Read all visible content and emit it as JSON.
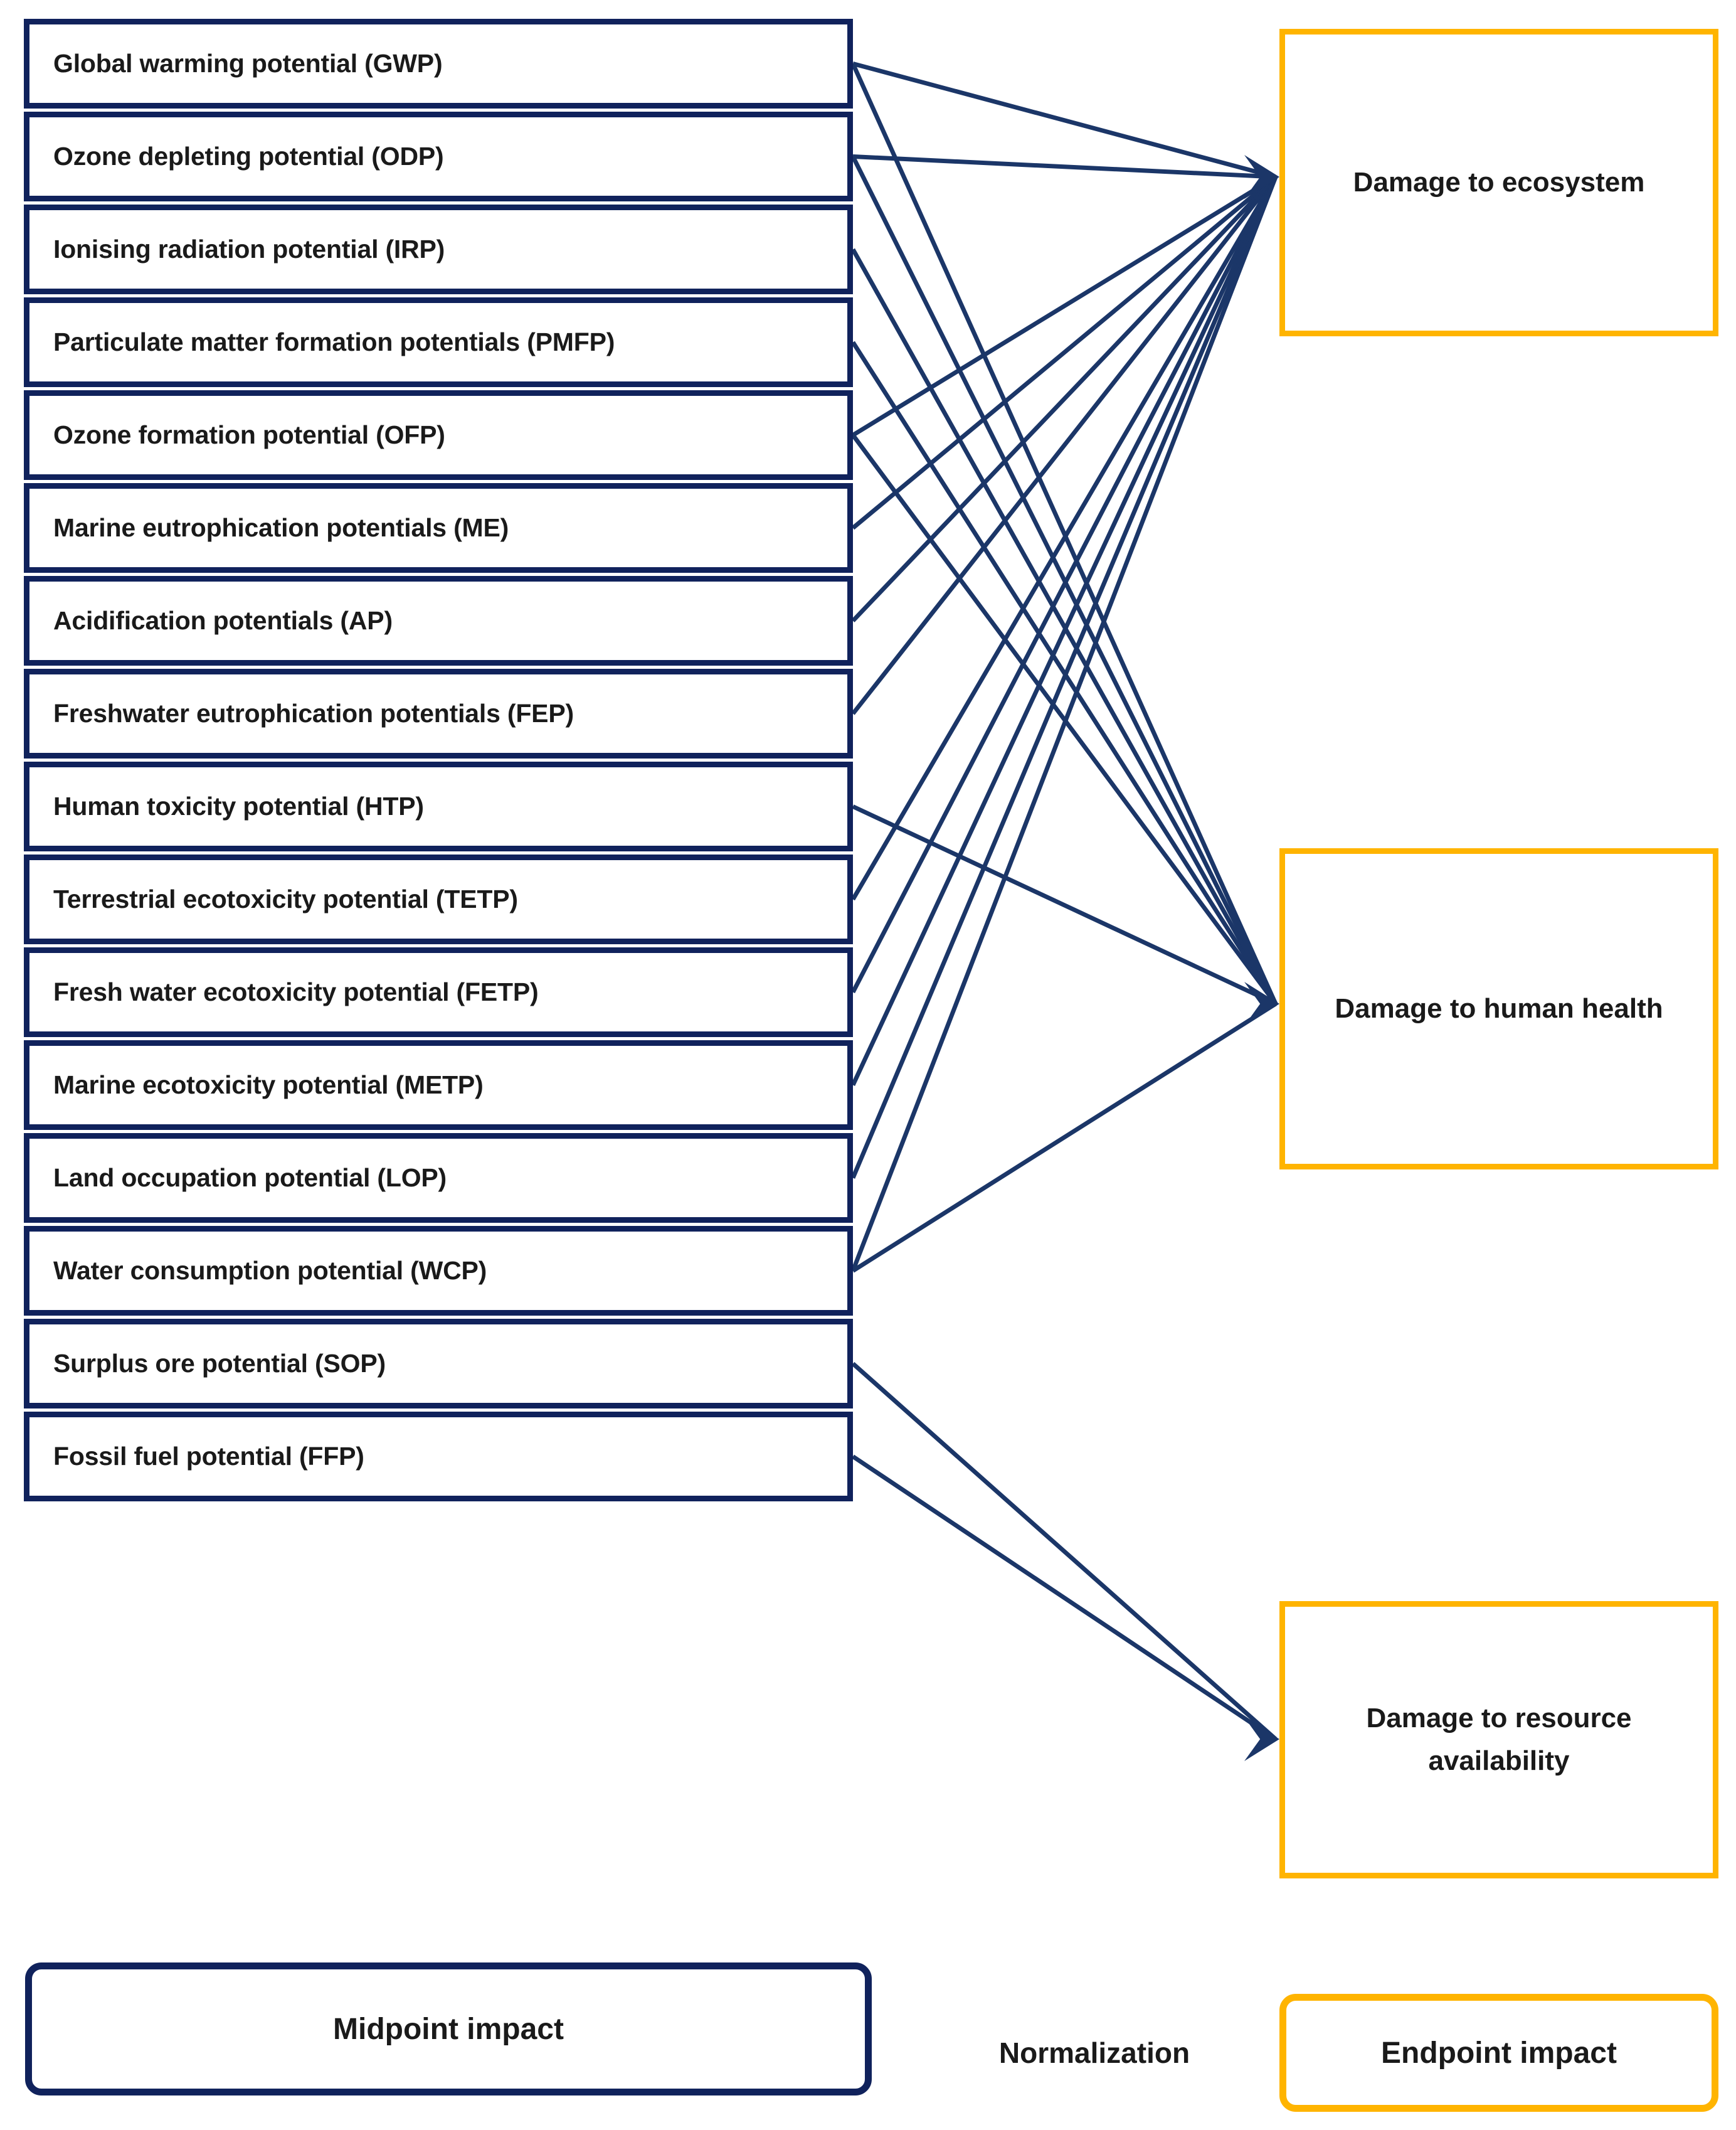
{
  "diagram": {
    "title": "LCIA midpoint to endpoint impact pathway",
    "colors": {
      "midpoint_border": "#10225c",
      "endpoint_border": "#ffb400",
      "arrow": "#1b3668",
      "text": "#1a1a1a",
      "background": "#ffffff"
    }
  },
  "midpoint": {
    "legend_label": "Midpoint impact",
    "items": [
      {
        "label": "Global warming potential (GWP)",
        "abbr": "GWP",
        "targets": [
          "ecosystem",
          "human_health"
        ]
      },
      {
        "label": "Ozone depleting potential (ODP)",
        "abbr": "ODP",
        "targets": [
          "ecosystem",
          "human_health"
        ]
      },
      {
        "label": "Ionising radiation potential (IRP)",
        "abbr": "IRP",
        "targets": [
          "human_health"
        ]
      },
      {
        "label": "Particulate matter formation potentials (PMFP)",
        "abbr": "PMFP",
        "targets": [
          "human_health"
        ]
      },
      {
        "label": "Ozone formation potential (OFP)",
        "abbr": "OFP",
        "targets": [
          "ecosystem",
          "human_health"
        ]
      },
      {
        "label": "Marine eutrophication potentials (ME)",
        "abbr": "ME",
        "targets": [
          "ecosystem"
        ]
      },
      {
        "label": "Acidification potentials (AP)",
        "abbr": "AP",
        "targets": [
          "ecosystem"
        ]
      },
      {
        "label": "Freshwater eutrophication potentials (FEP)",
        "abbr": "FEP",
        "targets": [
          "ecosystem"
        ]
      },
      {
        "label": "Human toxicity potential (HTP)",
        "abbr": "HTP",
        "targets": [
          "human_health"
        ]
      },
      {
        "label": "Terrestrial ecotoxicity potential (TETP)",
        "abbr": "TETP",
        "targets": [
          "ecosystem"
        ]
      },
      {
        "label": "Fresh water ecotoxicity potential (FETP)",
        "abbr": "FETP",
        "targets": [
          "ecosystem"
        ]
      },
      {
        "label": "Marine ecotoxicity potential (METP)",
        "abbr": "METP",
        "targets": [
          "ecosystem"
        ]
      },
      {
        "label": "Land occupation potential (LOP)",
        "abbr": "LOP",
        "targets": [
          "ecosystem"
        ]
      },
      {
        "label": "Water consumption potential (WCP)",
        "abbr": "WCP",
        "targets": [
          "ecosystem",
          "human_health"
        ]
      },
      {
        "label": "Surplus ore potential (SOP)",
        "abbr": "SOP",
        "targets": [
          "resource"
        ]
      },
      {
        "label": "Fossil fuel potential (FFP)",
        "abbr": "FFP",
        "targets": [
          "resource"
        ]
      }
    ]
  },
  "endpoint": {
    "legend_label": "Endpoint impact",
    "items": [
      {
        "key": "ecosystem",
        "label": "Damage to ecosystem"
      },
      {
        "key": "human_health",
        "label": "Damage to human health"
      },
      {
        "key": "resource",
        "label": "Damage to resource availability"
      }
    ]
  },
  "connector": {
    "label": "Normalization"
  },
  "chart_data": {
    "type": "diagram",
    "title": "Midpoint impact categories mapped to endpoint damage categories",
    "nodes_left": [
      "Global warming potential (GWP)",
      "Ozone depleting potential (ODP)",
      "Ionising radiation potential (IRP)",
      "Particulate matter formation potentials (PMFP)",
      "Ozone formation potential (OFP)",
      "Marine eutrophication potentials (ME)",
      "Acidification potentials (AP)",
      "Freshwater eutrophication potentials (FEP)",
      "Human toxicity potential (HTP)",
      "Terrestrial ecotoxicity potential (TETP)",
      "Fresh water ecotoxicity potential (FETP)",
      "Marine ecotoxicity potential (METP)",
      "Land occupation potential (LOP)",
      "Water consumption potential (WCP)",
      "Surplus ore potential (SOP)",
      "Fossil fuel potential (FFP)"
    ],
    "nodes_right": [
      "Damage to ecosystem",
      "Damage to human health",
      "Damage to resource availability"
    ],
    "edges": [
      [
        "Global warming potential (GWP)",
        "Damage to ecosystem"
      ],
      [
        "Global warming potential (GWP)",
        "Damage to human health"
      ],
      [
        "Ozone depleting potential (ODP)",
        "Damage to ecosystem"
      ],
      [
        "Ozone depleting potential (ODP)",
        "Damage to human health"
      ],
      [
        "Ionising radiation potential (IRP)",
        "Damage to human health"
      ],
      [
        "Particulate matter formation potentials (PMFP)",
        "Damage to human health"
      ],
      [
        "Ozone formation potential (OFP)",
        "Damage to ecosystem"
      ],
      [
        "Ozone formation potential (OFP)",
        "Damage to human health"
      ],
      [
        "Marine eutrophication potentials (ME)",
        "Damage to ecosystem"
      ],
      [
        "Acidification potentials (AP)",
        "Damage to ecosystem"
      ],
      [
        "Freshwater eutrophication potentials (FEP)",
        "Damage to ecosystem"
      ],
      [
        "Human toxicity potential (HTP)",
        "Damage to human health"
      ],
      [
        "Terrestrial ecotoxicity potential (TETP)",
        "Damage to ecosystem"
      ],
      [
        "Fresh water ecotoxicity potential (FETP)",
        "Damage to ecosystem"
      ],
      [
        "Marine ecotoxicity potential (METP)",
        "Damage to ecosystem"
      ],
      [
        "Land occupation potential (LOP)",
        "Damage to ecosystem"
      ],
      [
        "Water consumption potential (WCP)",
        "Damage to ecosystem"
      ],
      [
        "Water consumption potential (WCP)",
        "Damage to human health"
      ],
      [
        "Surplus ore potential (SOP)",
        "Damage to resource availability"
      ],
      [
        "Fossil fuel potential (FFP)",
        "Damage to resource availability"
      ]
    ],
    "connector_label": "Normalization",
    "legend": [
      "Midpoint impact",
      "Endpoint impact"
    ]
  }
}
